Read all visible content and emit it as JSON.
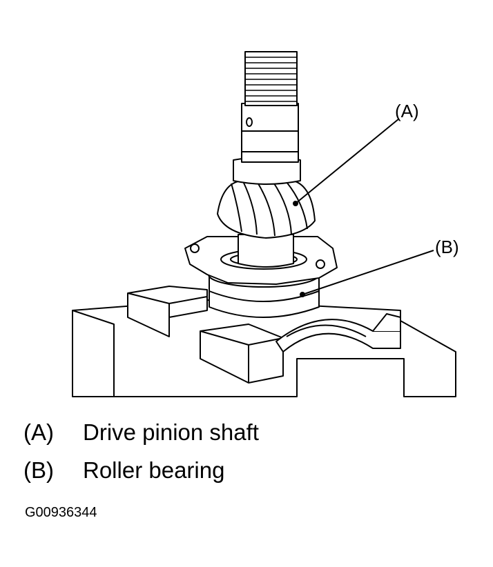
{
  "figure": {
    "callouts": [
      {
        "letter": "(A)",
        "part": "Drive pinion shaft"
      },
      {
        "letter": "(B)",
        "part": "Roller bearing"
      }
    ],
    "figure_id": "G00936344"
  }
}
